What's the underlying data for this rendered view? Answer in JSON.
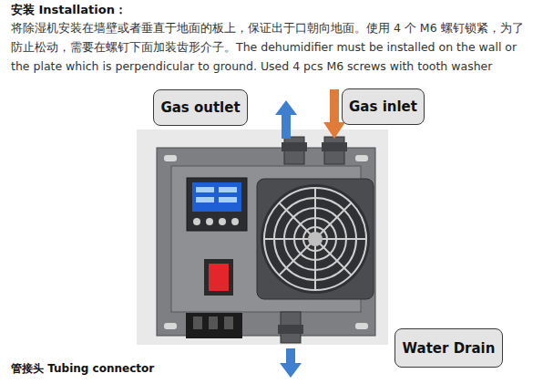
{
  "diagram": {
    "title": "安装 Installation：",
    "nodes": [
      {
        "text": [
          "Gas outlet"
        ]
      },
      {
        "text": [
          "Gas inlet"
        ]
      },
      {
        "text": [
          "Water Drain"
        ]
      }
    ],
    "labels": [
      "将除湿机安装在墙壁或者垂直于地面的板上，保证出于口朝向地面。使用 4 个 M6 螺钉锁紧，为了防止松动，需要在螺钉下面加装齿形介子。The dehumidifier must be installed on the wall or the plate which is perpendicular to ground. Used 4 pcs M6 screws with tooth washer",
      "管接头 Tubing connector"
    ]
  }
}
